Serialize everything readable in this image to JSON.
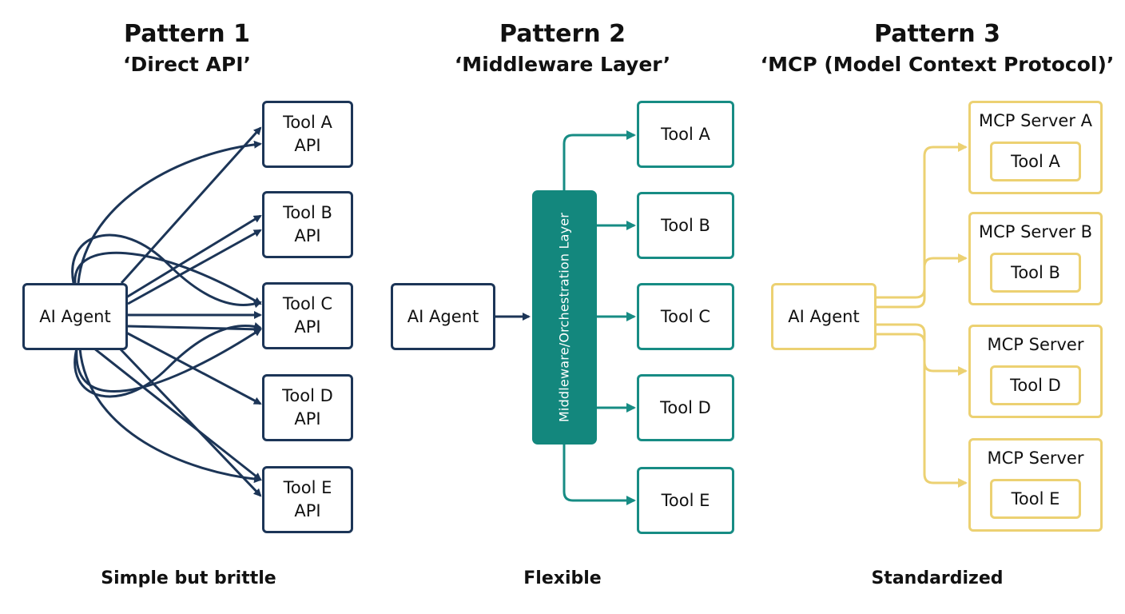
{
  "patterns": [
    {
      "title": "Pattern 1",
      "subtitle": "‘Direct API’",
      "agent": "AI Agent",
      "tools": [
        "Tool A\nAPI",
        "Tool B\nAPI",
        "Tool C\nAPI",
        "Tool D\nAPI",
        "Tool E\nAPI"
      ],
      "caption": "Simple but brittle"
    },
    {
      "title": "Pattern 2",
      "subtitle": "‘Middleware Layer’",
      "agent": "AI Agent",
      "middleware": "Middleware/Orchestration Layer",
      "tools": [
        "Tool A",
        "Tool B",
        "Tool C",
        "Tool D",
        "Tool E"
      ],
      "caption": "Flexible"
    },
    {
      "title": "Pattern 3",
      "subtitle": "‘MCP (Model Context Protocol)’",
      "agent": "AI Agent",
      "servers": [
        {
          "name": "MCP Server A",
          "tool": "Tool A"
        },
        {
          "name": "MCP Server B",
          "tool": "Tool B"
        },
        {
          "name": "MCP Server",
          "tool": "Tool D"
        },
        {
          "name": "MCP Server",
          "tool": "Tool E"
        }
      ],
      "caption": "Standardized"
    }
  ],
  "colors": {
    "navy": "#1c3557",
    "teal": "#178c84",
    "gold": "#ecd172"
  }
}
